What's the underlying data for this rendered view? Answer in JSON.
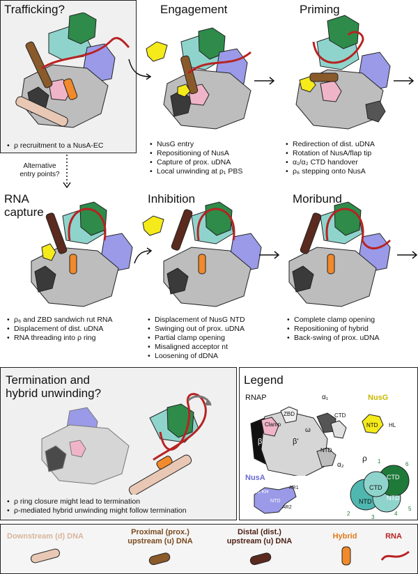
{
  "panels": {
    "trafficking": {
      "title": "Trafficking?",
      "bullets": [
        "ρ recruitment to a NusA-EC"
      ]
    },
    "engagement": {
      "title": "Engagement",
      "bullets": [
        "NusG entry",
        "Repositioning of NusA",
        "Capture of prox. uDNA",
        "Local unwinding at ρ₁ PBS"
      ]
    },
    "priming": {
      "title": "Priming",
      "bullets": [
        "Redirection of dist. uDNA",
        "Rotation of NusA/flap tip",
        "α₁/α₂ CTD handover",
        "ρ₆ stepping onto NusA"
      ]
    },
    "rna_capture": {
      "title_line1": "RNA",
      "title_line2": "capture",
      "bullets": [
        "ρ₆ and ZBD sandwich rut RNA",
        "Displacement of dist. uDNA",
        "RNA threading into ρ ring"
      ]
    },
    "inhibition": {
      "title": "Inhibition",
      "bullets": [
        "Displacement of NusG NTD",
        "Swinging out of prox. uDNA",
        "Partial clamp opening",
        "Misaligned acceptor nt",
        "Loosening of dDNA"
      ]
    },
    "moribund": {
      "title": "Moribund",
      "bullets": [
        "Complete clamp opening",
        "Repositioning of hybrid",
        "Back-swing of prox. uDNA"
      ]
    },
    "termination": {
      "title_line1": "Termination and",
      "title_line2": "hybrid unwinding?",
      "bullets": [
        "ρ ring closure might lead to termination",
        "ρ-mediated hybrid unwinding might follow termination"
      ]
    }
  },
  "alt_entry": {
    "line1": "Alternative",
    "line2": "entry points?"
  },
  "legend": {
    "title": "Legend",
    "rnap": {
      "name": "RNAP",
      "labels": [
        "Clamp",
        "ZBD",
        "β",
        "β'",
        "α₁",
        "CTD",
        "CTD",
        "ω",
        "NTD",
        "α₂"
      ]
    },
    "nusg": {
      "name": "NusG",
      "labels": [
        "NTD",
        "HL"
      ]
    },
    "nusa": {
      "name": "NusA",
      "labels": [
        "S1-KH",
        "AR1",
        "NTD",
        "AR2"
      ]
    },
    "rho": {
      "name": "ρ",
      "labels": [
        "CTD",
        "CTD",
        "NTD",
        "NTD",
        "1",
        "2",
        "3",
        "4",
        "5",
        "6"
      ]
    }
  },
  "bottom_legend": [
    {
      "label": "Downstream (d) DNA",
      "color": "#e8c8b4",
      "text_color": "#d9b49c"
    },
    {
      "label_line1": "Proximal (prox.)",
      "label_line2": "upstream (u) DNA",
      "color": "#8a5a2b",
      "text_color": "#7a4a1f"
    },
    {
      "label_line1": "Distal (dist.)",
      "label_line2": "upstream (u) DNA",
      "color": "#5a2a1e",
      "text_color": "#4a1e14"
    },
    {
      "label": "Hybrid",
      "color": "#f08a2a",
      "text_color": "#e07a1a"
    },
    {
      "label": "RNA",
      "color": "#b82222",
      "text_color": "#b82222"
    }
  ],
  "colors": {
    "rna": "#b82222",
    "nusg": "#f5ea1a",
    "nusa": "#8f8fe8",
    "rho_dark": "#1f7a3a",
    "rho_teal": "#4fb7b0",
    "rnap_grey": "#bdbdbd"
  }
}
